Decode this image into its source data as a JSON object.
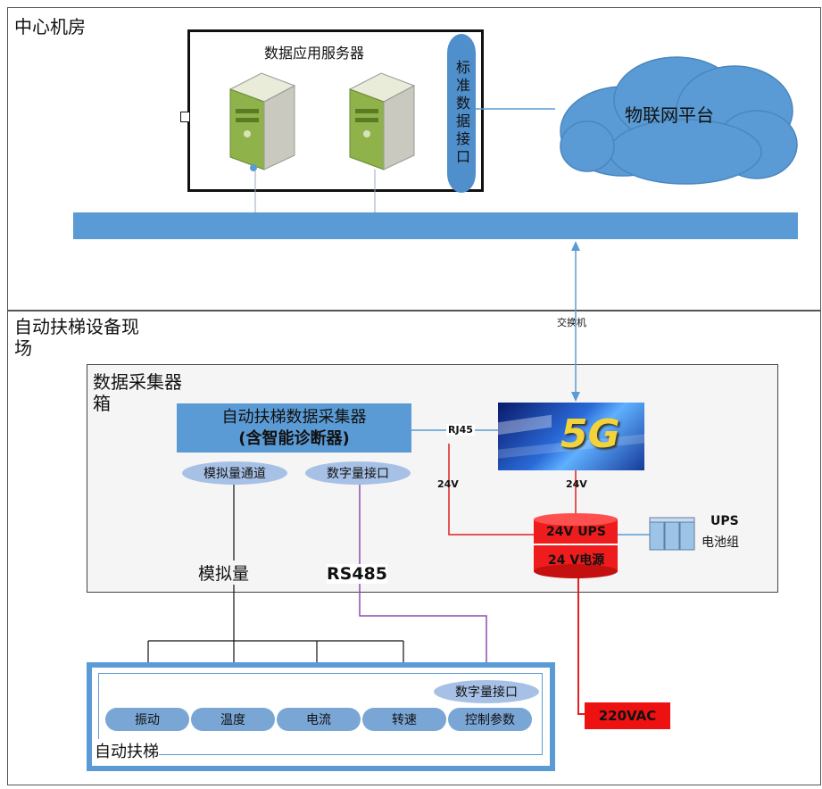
{
  "regions": {
    "center": "中心机房",
    "site": "自动扶梯设备现\n场",
    "collector_box": "数据采集器\n箱",
    "escalator": "自动扶梯"
  },
  "servers": {
    "title": "数据应用服务器",
    "interface": "标准数据接口"
  },
  "cloud": "物联网平台",
  "switch": "交换机",
  "collector": {
    "line1": "自动扶梯数据采集器",
    "line2": "(含智能诊断器)"
  },
  "ports": {
    "analog": "模拟量通道",
    "digital": "数字量接口"
  },
  "module_5g": "5G",
  "links": {
    "rj45": "RJ45",
    "v24_left": "24V",
    "v24_right": "24V",
    "analog": "模拟量",
    "rs485": "RS485"
  },
  "power": {
    "ups": "24V UPS",
    "supply": "24 V电源",
    "battery_title": "UPS",
    "battery_sub": "电池组",
    "ac": "220VAC"
  },
  "sensors": [
    "振动",
    "温度",
    "电流",
    "转速",
    "控制参数"
  ],
  "escalator_digital": "数字量接口"
}
